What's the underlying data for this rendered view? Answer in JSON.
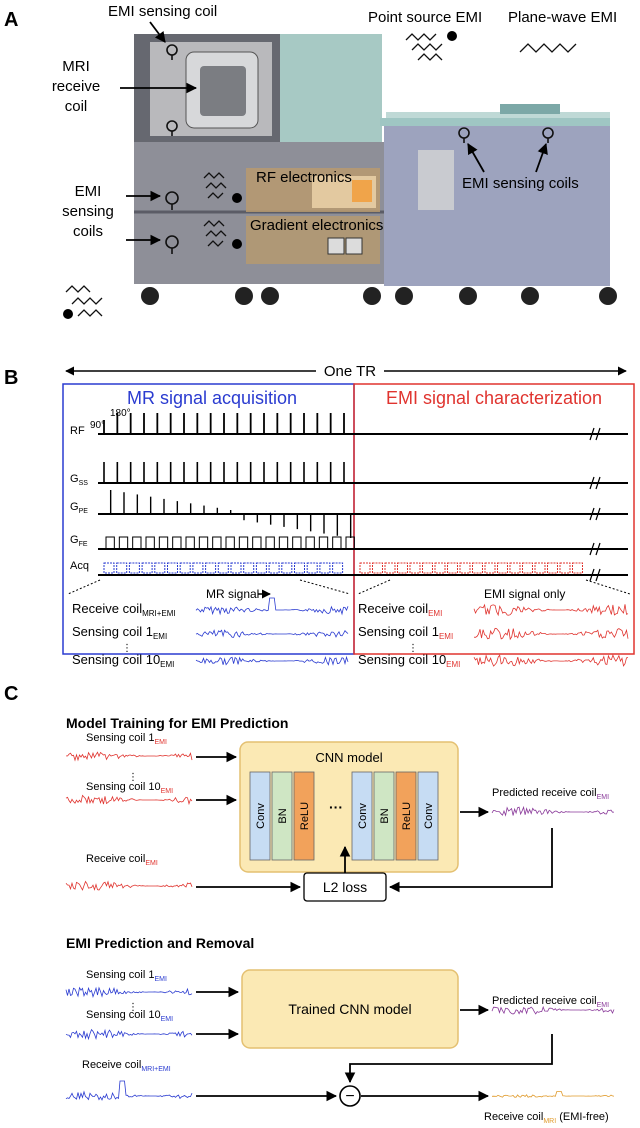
{
  "panels": {
    "a": "A",
    "b": "B",
    "c": "C"
  },
  "panel_a": {
    "emi_sensing_coil": "EMI sensing coil",
    "mri_receive_coil": [
      "MRI",
      "receive",
      "coil"
    ],
    "point_source": "Point source EMI",
    "plane_wave": "Plane-wave EMI",
    "emi_sensing_coils_left": [
      "EMI",
      "sensing",
      "coils"
    ],
    "rf_electronics": "RF electronics",
    "gradient_electronics": "Gradient electronics",
    "emi_sensing_coils_right": "EMI sensing coils"
  },
  "panel_b": {
    "one_tr": "One TR",
    "mr_acq_title": "MR signal acquisition",
    "emi_char_title": "EMI signal characterization",
    "angle_90": "90°",
    "angle_180": "180°",
    "rows": {
      "rf": "RF",
      "g": "G",
      "gss_sub": "SS",
      "gpe_sub": "PE",
      "gfe_sub": "FE",
      "acq": "Acq"
    },
    "mr_signal": "MR signal",
    "emi_signal_only": "EMI signal only",
    "left_signals": [
      {
        "label": "Receive coil",
        "sub": "MRI+EMI"
      },
      {
        "label": "Sensing coil 1",
        "sub": "EMI"
      },
      {
        "label": "Sensing coil 10",
        "sub": "EMI"
      }
    ],
    "right_signals": [
      {
        "label": "Receive coil",
        "sub": "EMI"
      },
      {
        "label": "Sensing coil 1",
        "sub": "EMI"
      },
      {
        "label": "Sensing coil 10",
        "sub": "EMI"
      }
    ]
  },
  "panel_c": {
    "training_title": "Model Training for EMI Prediction",
    "cnn_model": "CNN model",
    "layers": [
      "Conv",
      "BN",
      "ReLU",
      "Conv",
      "BN",
      "ReLU",
      "Conv"
    ],
    "ellipsis": "···",
    "vdots": "⋮",
    "sensing_coil_1": "Sensing coil 1",
    "sensing_coil_10": "Sensing coil 10",
    "emi_sub": "EMI",
    "receive_coil": "Receive coil",
    "predicted_receive_coil": "Predicted receive coil",
    "l2_loss": "L2 loss",
    "removal_title": "EMI Prediction and Removal",
    "trained_cnn": "Trained CNN model",
    "mri_emi_sub": "MRI+EMI",
    "mri_sub": "MRI",
    "emi_free": " (EMI-free)",
    "minus": "−"
  },
  "colors": {
    "blue": "#2a3bd0",
    "red": "#e0342f",
    "purple": "#8a3a9a",
    "orange": "#e09a2a",
    "cnn_bg": "#fbe9b4",
    "cnn_border": "#e4c071",
    "conv": "#c6dcf3",
    "bn": "#cfe6c4",
    "relu": "#f2a25b"
  }
}
